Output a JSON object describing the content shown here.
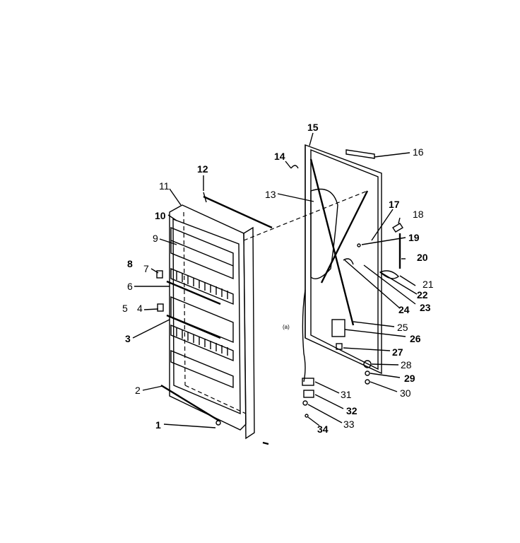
{
  "diagram": {
    "callout_labels": [
      "1",
      "2",
      "3",
      "4",
      "5",
      "6",
      "7",
      "8",
      "9",
      "10",
      "11",
      "12",
      "13",
      "14",
      "15",
      "16",
      "17",
      "18",
      "19",
      "20",
      "21",
      "22",
      "23",
      "24",
      "25",
      "26",
      "27",
      "28",
      "29",
      "30",
      "31",
      "32",
      "33",
      "34"
    ],
    "note_marker": "(a)"
  }
}
